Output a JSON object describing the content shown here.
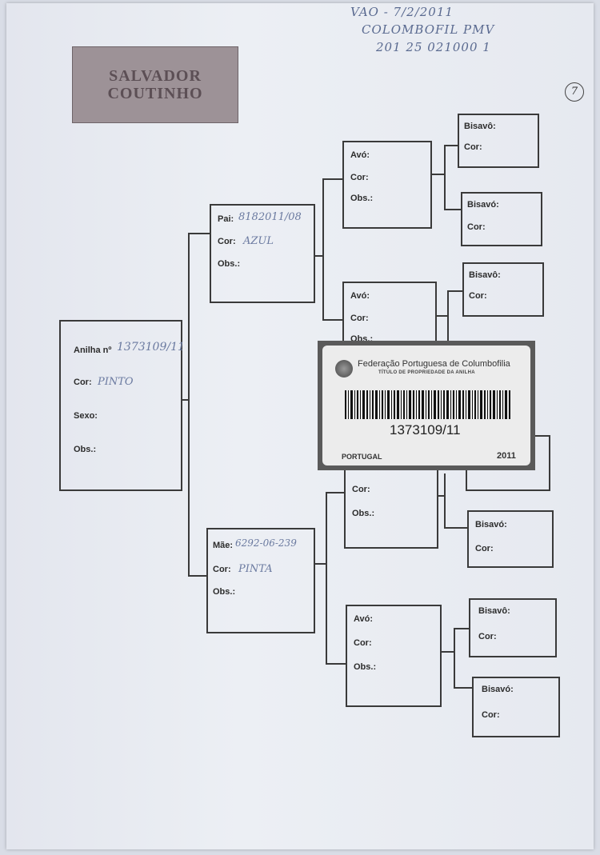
{
  "header": {
    "line1": "SALVADOR",
    "line2": "COUTINHO"
  },
  "handwritten_note": {
    "line1": "VAO - 7/2/2011",
    "line2": "COLOMBOFIL PMV",
    "line3": "201 25 021000 1"
  },
  "page_number": "7",
  "subject": {
    "ring_label": "Anilha nº",
    "ring_value": "1373109/11",
    "color_label": "Cor:",
    "color_value": "PINTO",
    "sex_label": "Sexo:",
    "obs_label": "Obs.:"
  },
  "father": {
    "label": "Pai:",
    "value": "8182011/08",
    "color_label": "Cor:",
    "color_value": "AZUL",
    "obs_label": "Obs.:"
  },
  "mother": {
    "label": "Mãe:",
    "value": "6292-06-239",
    "color_label": "Cor:",
    "color_value": "PINTA",
    "obs_label": "Obs.:"
  },
  "grandparents": [
    {
      "label": "Avó:",
      "color_label": "Cor:",
      "obs_label": "Obs.:"
    },
    {
      "label": "Avó:",
      "color_label": "Cor:",
      "obs_label": "Obs.:"
    },
    {
      "color_label": "Cor:",
      "obs_label": "Obs.:"
    },
    {
      "label": "Avó:",
      "color_label": "Cor:",
      "obs_label": "Obs.:"
    }
  ],
  "great_grandparents": [
    {
      "label": "Bisavô:",
      "color_label": "Cor:"
    },
    {
      "label": "Bisavó:",
      "color_label": "Cor:"
    },
    {
      "label": "Bisavô:",
      "color_label": "Cor:"
    },
    {
      "label": "Bisavó:",
      "color_label": "Cor:"
    },
    {
      "label": "Bisavô:",
      "color_label": "Cor:"
    },
    {
      "label": "Bisavó:",
      "color_label": "Cor:"
    }
  ],
  "ownership_card": {
    "organization": "Federação Portuguesa de Columbofilia",
    "subtitle": "TÍTULO DE PROPRIEDADE DA ANILHA",
    "ring_number": "1373109/11",
    "country": "PORTUGAL",
    "year": "2011"
  }
}
